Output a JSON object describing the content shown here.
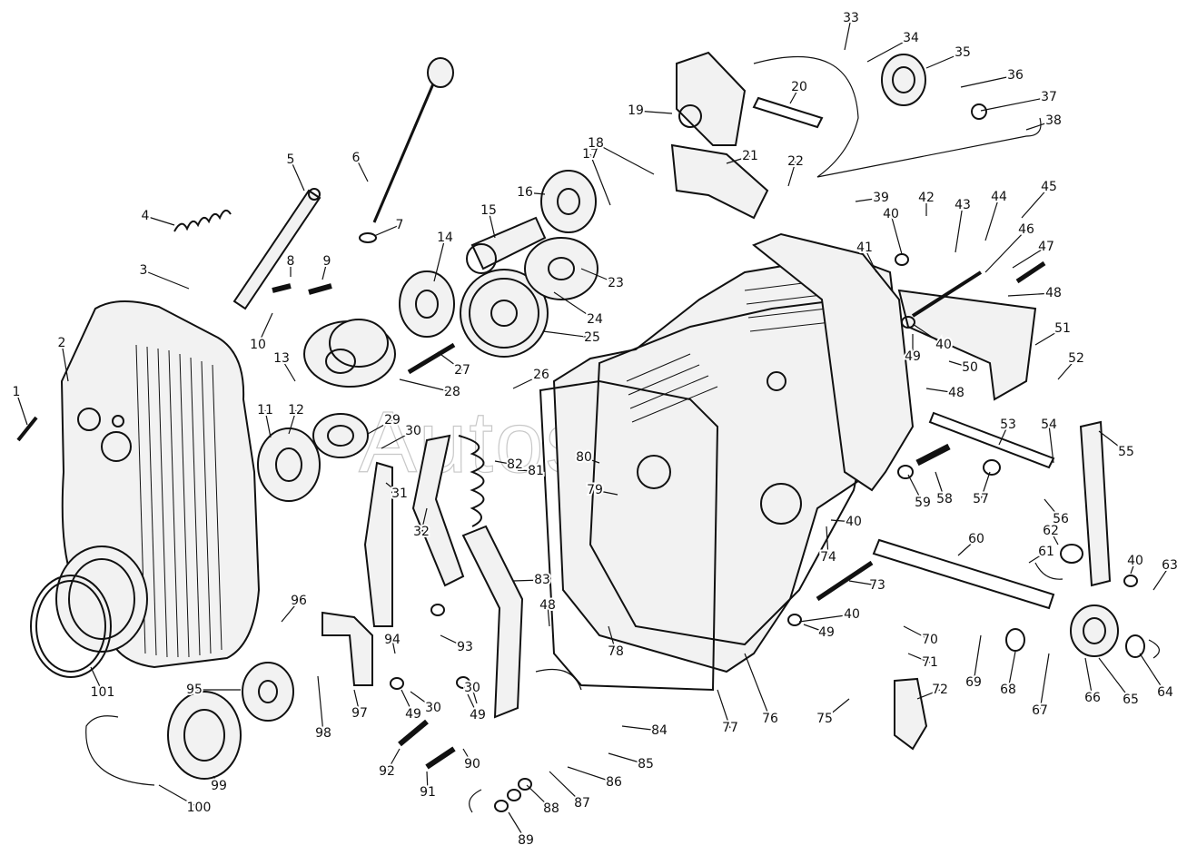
{
  "watermark": "Autosoft",
  "callouts": [
    "1",
    "2",
    "3",
    "4",
    "5",
    "6",
    "7",
    "8",
    "9",
    "10",
    "11",
    "12",
    "13",
    "14",
    "15",
    "16",
    "17",
    "18",
    "19",
    "20",
    "21",
    "22",
    "23",
    "24",
    "25",
    "26",
    "27",
    "28",
    "29",
    "30",
    "30",
    "30",
    "31",
    "32",
    "33",
    "34",
    "35",
    "36",
    "37",
    "38",
    "39",
    "40",
    "40",
    "40",
    "40",
    "40",
    "41",
    "42",
    "43",
    "44",
    "45",
    "46",
    "47",
    "48",
    "48",
    "48",
    "49",
    "49",
    "49",
    "49",
    "50",
    "51",
    "52",
    "53",
    "54",
    "55",
    "56",
    "57",
    "58",
    "59",
    "60",
    "61",
    "62",
    "63",
    "64",
    "65",
    "66",
    "67",
    "68",
    "69",
    "70",
    "71",
    "72",
    "73",
    "74",
    "75",
    "76",
    "77",
    "78",
    "79",
    "80",
    "81",
    "82",
    "83",
    "84",
    "85",
    "86",
    "87",
    "88",
    "89",
    "90",
    "91",
    "92",
    "93",
    "94",
    "95",
    "96",
    "97",
    "98",
    "99",
    "100",
    "101"
  ]
}
